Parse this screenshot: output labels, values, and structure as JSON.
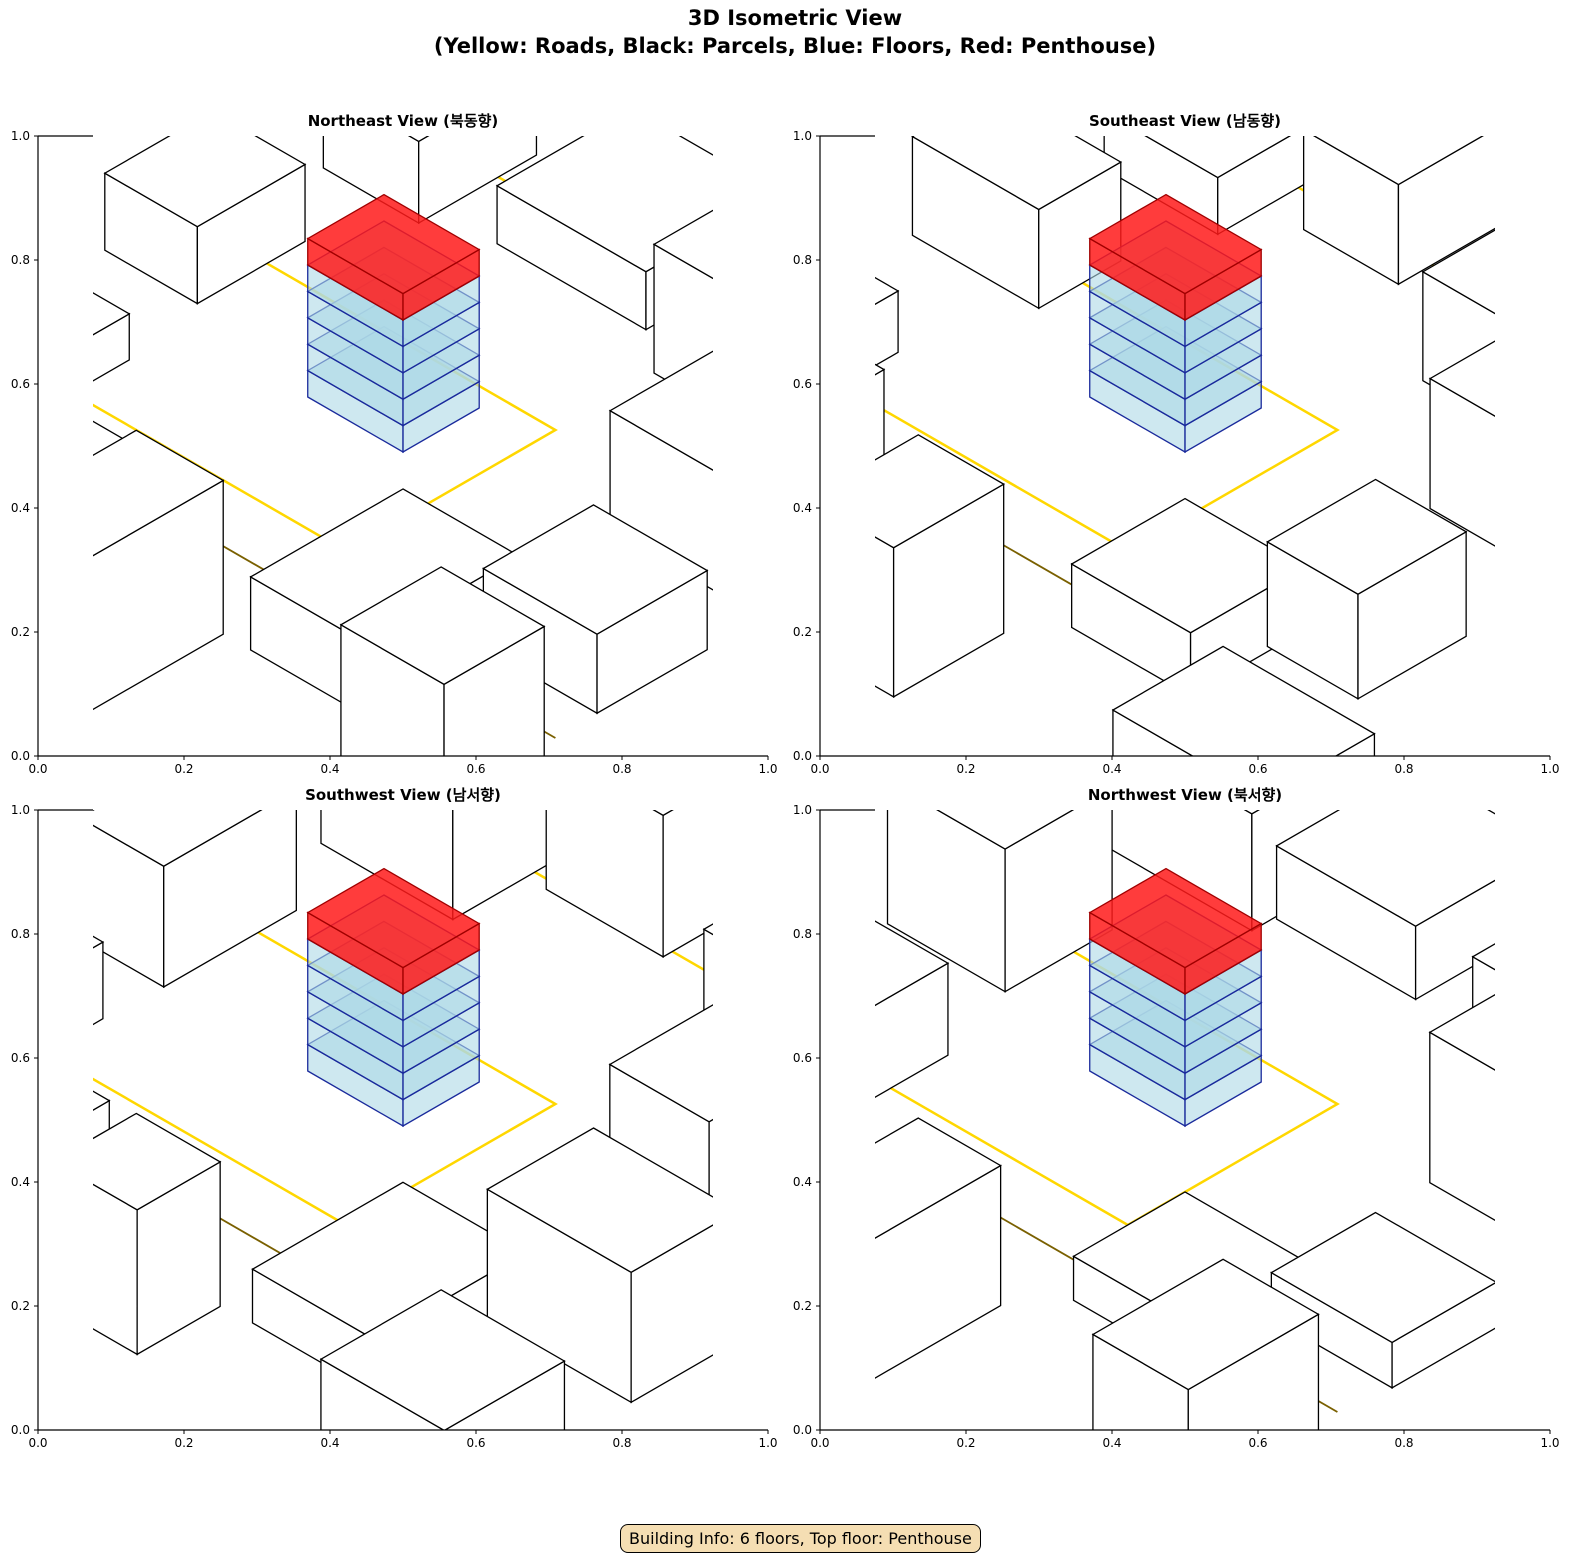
{
  "figure": {
    "title_line1": "3D Isometric View",
    "title_line2": "(Yellow: Roads, Black: Parcels, Blue: Floors, Red: Penthouse)",
    "info_box": "Building Info: 6 floors, Top floor: Penthouse"
  },
  "colors": {
    "roads": "#ffd700",
    "road_edge": "#7a6000",
    "parcels": "#000000",
    "floor_fill": "#add8e6",
    "floor_edge": "#1a2a9c",
    "penthouse_fill": "#ff1a1a",
    "penthouse_edge": "#a00000",
    "info_bg": "#f5deb3"
  },
  "axes": {
    "x_ticks": [
      "0.0",
      "0.2",
      "0.4",
      "0.6",
      "0.8",
      "1.0"
    ],
    "y_ticks": [
      "1.0",
      "0.8",
      "0.6",
      "0.4",
      "0.2",
      "0.0"
    ]
  },
  "panels": [
    {
      "title": "Northeast View (북동향)"
    },
    {
      "title": "Southeast View (남동향)"
    },
    {
      "title": "Southwest View (남서향)"
    },
    {
      "title": "Northwest View (북서향)"
    }
  ],
  "building": {
    "floors": 6,
    "top_floor": "Penthouse"
  },
  "chart_data": [
    {
      "type": "diagram",
      "title": "Northeast View (북동향)",
      "xlim": [
        0,
        1
      ],
      "ylim": [
        0,
        1
      ],
      "grid": false
    },
    {
      "type": "diagram",
      "title": "Southeast View (남동향)",
      "xlim": [
        0,
        1
      ],
      "ylim": [
        0,
        1
      ],
      "grid": false
    },
    {
      "type": "diagram",
      "title": "Southwest View (남서향)",
      "xlim": [
        0,
        1
      ],
      "ylim": [
        0,
        1
      ],
      "grid": false
    },
    {
      "type": "diagram",
      "title": "Northwest View (북서향)",
      "xlim": [
        0,
        1
      ],
      "ylim": [
        0,
        1
      ],
      "grid": false
    }
  ]
}
